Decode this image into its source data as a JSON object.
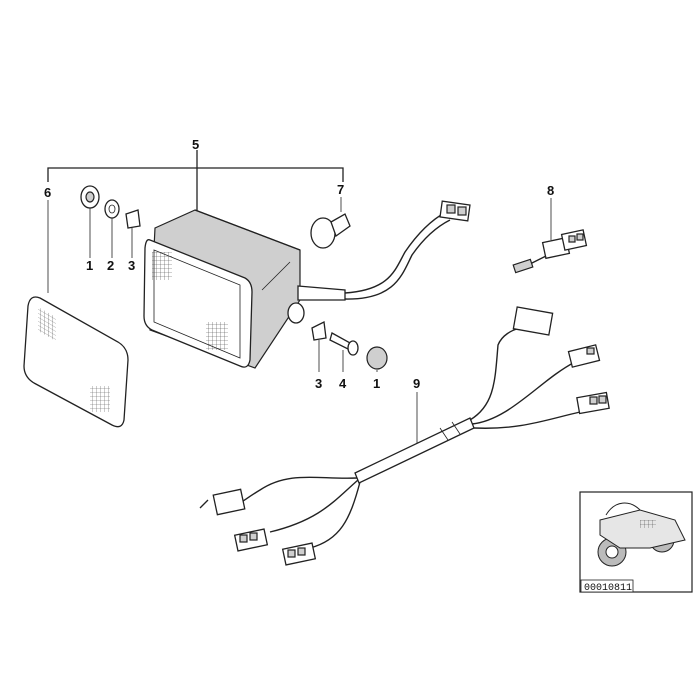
{
  "diagram": {
    "callouts": [
      {
        "id": "c1a",
        "text": "1"
      },
      {
        "id": "c2",
        "text": "2"
      },
      {
        "id": "c3a",
        "text": "3"
      },
      {
        "id": "c5",
        "text": "5"
      },
      {
        "id": "c6",
        "text": "6"
      },
      {
        "id": "c7",
        "text": "7"
      },
      {
        "id": "c8",
        "text": "8"
      },
      {
        "id": "c3b",
        "text": "3"
      },
      {
        "id": "c4",
        "text": "4"
      },
      {
        "id": "c1b",
        "text": "1"
      },
      {
        "id": "c9",
        "text": "9"
      }
    ],
    "thumbnail": {
      "code": "00010811",
      "icon": "motorcycle-icon"
    }
  }
}
